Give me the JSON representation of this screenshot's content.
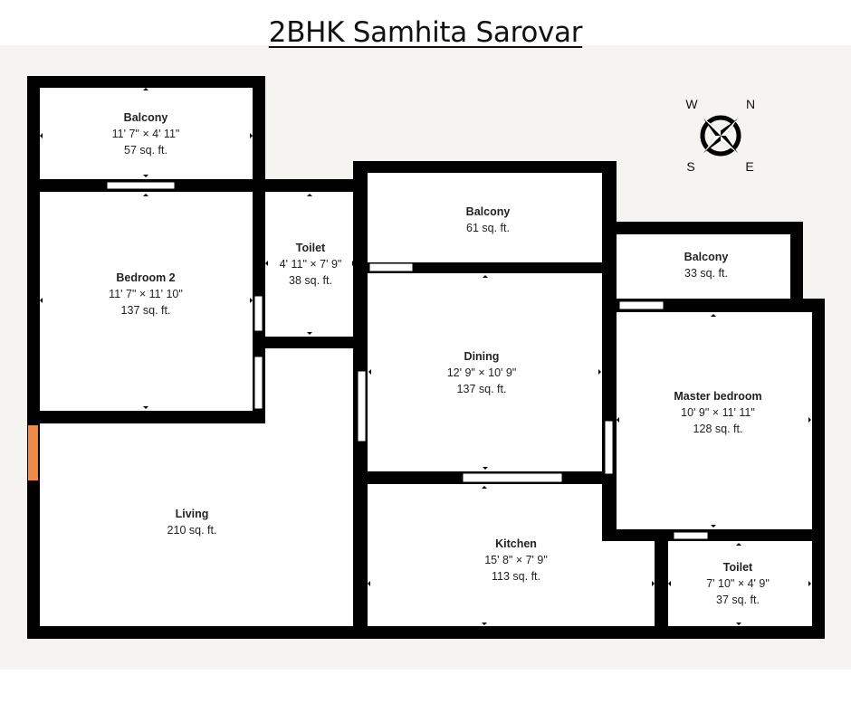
{
  "title": "2BHK Samhita Sarovar",
  "compass": {
    "w": "W",
    "n": "N",
    "s": "S",
    "e": "E",
    "icon": "compass-rose-icon"
  },
  "colors": {
    "wall": "#000000",
    "door": "#f08a4b",
    "floor": "#ffffff",
    "background": "#f6f4f1"
  },
  "rooms": [
    {
      "id": "balcony-1",
      "name": "Balcony",
      "dims": "11' 7\" × 4' 11\"",
      "area": "57 sq. ft."
    },
    {
      "id": "bedroom-2",
      "name": "Bedroom 2",
      "dims": "11' 7\" × 11' 10\"",
      "area": "137 sq. ft."
    },
    {
      "id": "toilet-1",
      "name": "Toilet",
      "dims": "4' 11\" × 7' 9\"",
      "area": "38 sq. ft."
    },
    {
      "id": "balcony-2",
      "name": "Balcony",
      "dims": "",
      "area": "61 sq. ft."
    },
    {
      "id": "balcony-3",
      "name": "Balcony",
      "dims": "",
      "area": "33 sq. ft."
    },
    {
      "id": "dining",
      "name": "Dining",
      "dims": "12' 9\" × 10' 9\"",
      "area": "137 sq. ft."
    },
    {
      "id": "master-bedroom",
      "name": "Master bedroom",
      "dims": "10' 9\" × 11' 11\"",
      "area": "128 sq. ft."
    },
    {
      "id": "living",
      "name": "Living",
      "dims": "",
      "area": "210 sq. ft."
    },
    {
      "id": "kitchen",
      "name": "Kitchen",
      "dims": "15' 8\" × 7' 9\"",
      "area": "113 sq. ft."
    },
    {
      "id": "toilet-2",
      "name": "Toilet",
      "dims": "7' 10\" × 4' 9\"",
      "area": "37 sq. ft."
    }
  ]
}
